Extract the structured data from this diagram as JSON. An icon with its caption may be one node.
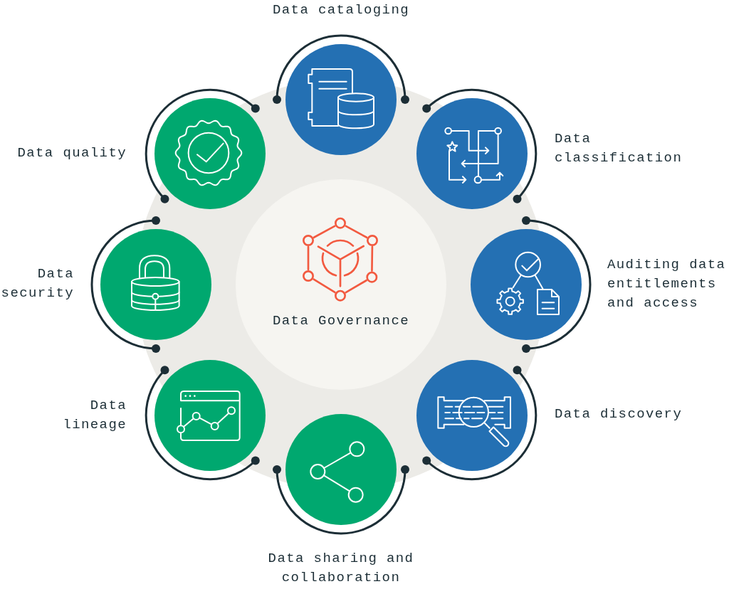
{
  "diagram": {
    "nodes": [
      {
        "text": [
          "Data Governance"
        ]
      },
      {
        "text": [
          "Data cataloging"
        ]
      },
      {
        "text": [
          "Data classification"
        ]
      },
      {
        "text": [
          "Auditing data entitlements and access"
        ]
      },
      {
        "text": [
          "Data discovery"
        ]
      },
      {
        "text": [
          "Data sharing and collaboration"
        ]
      },
      {
        "text": [
          "Data lineage"
        ]
      },
      {
        "text": [
          "Data security"
        ]
      },
      {
        "text": [
          "Data quality"
        ]
      }
    ]
  }
}
